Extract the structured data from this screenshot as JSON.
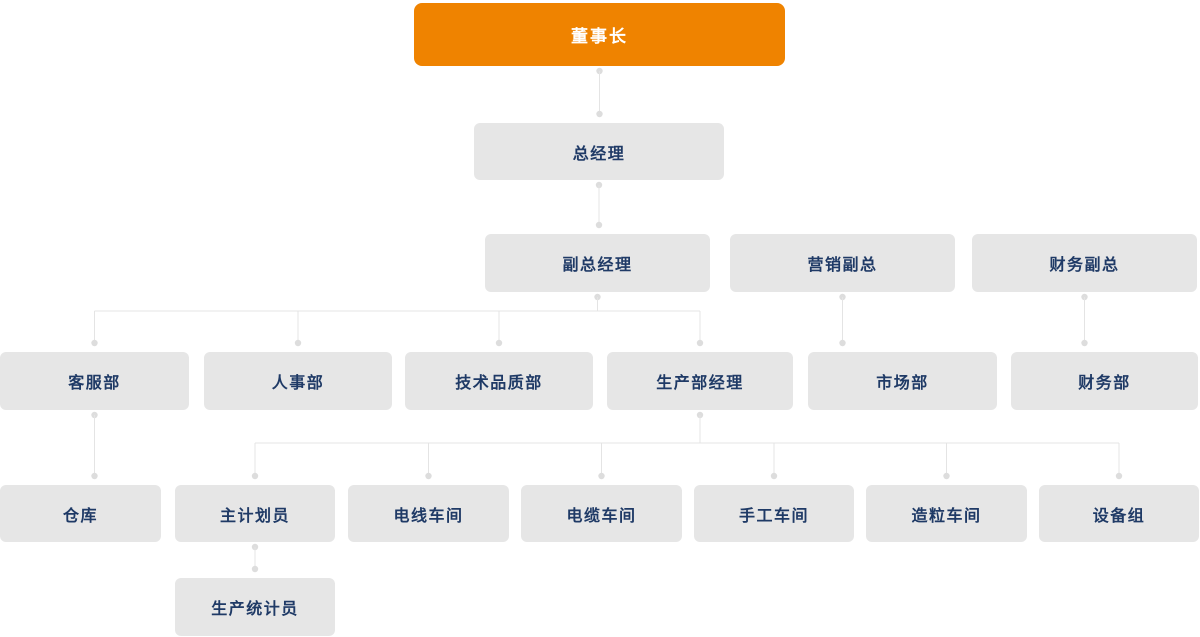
{
  "org_chart": {
    "colors": {
      "background": "#FFFFFF",
      "root_fill": "#EF8300",
      "root_text": "#FFFFFF",
      "node_fill": "#E6E6E6",
      "node_text": "#1F3A66",
      "connector_line": "#E4E4E4",
      "connector_dot": "#DDDDDD"
    },
    "nodes": [
      {
        "id": "chairman",
        "label": "董事长",
        "variant": "root"
      },
      {
        "id": "general-manager",
        "label": "总经理",
        "variant": "default"
      },
      {
        "id": "deputy-general-manager",
        "label": "副总经理",
        "variant": "default"
      },
      {
        "id": "marketing-vp",
        "label": "营销副总",
        "variant": "default"
      },
      {
        "id": "finance-vp",
        "label": "财务副总",
        "variant": "default"
      },
      {
        "id": "customer-service-dept",
        "label": "客服部",
        "variant": "default"
      },
      {
        "id": "hr-dept",
        "label": "人事部",
        "variant": "default"
      },
      {
        "id": "tech-quality-dept",
        "label": "技术品质部",
        "variant": "default"
      },
      {
        "id": "production-dept-manager",
        "label": "生产部经理",
        "variant": "default"
      },
      {
        "id": "market-dept",
        "label": "市场部",
        "variant": "default"
      },
      {
        "id": "finance-dept",
        "label": "财务部",
        "variant": "default"
      },
      {
        "id": "warehouse",
        "label": "仓库",
        "variant": "default"
      },
      {
        "id": "chief-planner",
        "label": "主计划员",
        "variant": "default"
      },
      {
        "id": "wire-workshop",
        "label": "电线车间",
        "variant": "default"
      },
      {
        "id": "cable-workshop",
        "label": "电缆车间",
        "variant": "default"
      },
      {
        "id": "manual-workshop",
        "label": "手工车间",
        "variant": "default"
      },
      {
        "id": "granulation-workshop",
        "label": "造粒车间",
        "variant": "default"
      },
      {
        "id": "equipment-group",
        "label": "设备组",
        "variant": "default"
      },
      {
        "id": "production-statistician",
        "label": "生产统计员",
        "variant": "default"
      }
    ],
    "edges": [
      {
        "from": "chairman",
        "to": [
          "general-manager"
        ]
      },
      {
        "from": "general-manager",
        "to": [
          "deputy-general-manager"
        ]
      },
      {
        "from": "deputy-general-manager",
        "to": [
          "customer-service-dept",
          "hr-dept",
          "tech-quality-dept",
          "production-dept-manager"
        ]
      },
      {
        "from": "marketing-vp",
        "to": [
          "market-dept"
        ]
      },
      {
        "from": "finance-vp",
        "to": [
          "finance-dept"
        ]
      },
      {
        "from": "customer-service-dept",
        "to": [
          "warehouse"
        ]
      },
      {
        "from": "production-dept-manager",
        "to": [
          "chief-planner",
          "wire-workshop",
          "cable-workshop",
          "manual-workshop",
          "granulation-workshop",
          "equipment-group"
        ]
      },
      {
        "from": "chief-planner",
        "to": [
          "production-statistician"
        ]
      }
    ]
  }
}
